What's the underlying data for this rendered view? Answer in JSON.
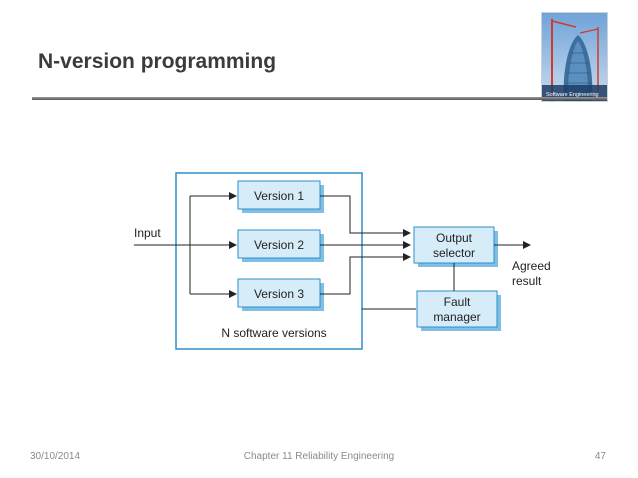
{
  "slide": {
    "title": "N-version programming"
  },
  "cover": {
    "title": "Software Engineering",
    "icon": "book-cover-icon"
  },
  "diagram": {
    "input_label": "Input",
    "versions": [
      "Version 1",
      "Version 2",
      "Version 3"
    ],
    "group_label": "N software versions",
    "selector_line1": "Output",
    "selector_line2": "selector",
    "fault_line1": "Fault",
    "fault_line2": "manager",
    "result_line1": "Agreed",
    "result_line2": "result",
    "colors": {
      "box_fill": "#d6ecf8",
      "box_border": "#2e8fcc",
      "box_shadow": "#7fbfe6",
      "container_border": "#2e8fcc",
      "line": "#222222"
    }
  },
  "footer": {
    "date": "30/10/2014",
    "chapter": "Chapter 11 Reliability Engineering",
    "page": "47"
  }
}
